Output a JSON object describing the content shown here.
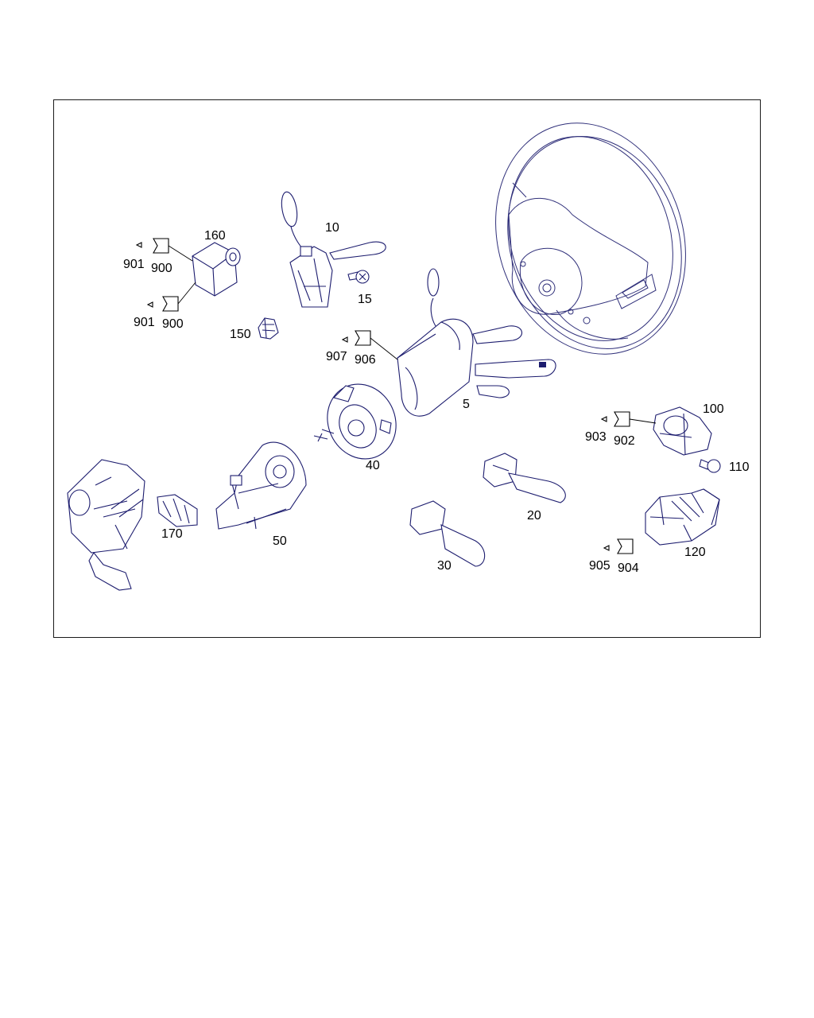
{
  "diagram": {
    "colors": {
      "line": "#1c1c6e",
      "frame": "#1a1a1a",
      "text": "#000000",
      "background": "#ffffff"
    },
    "labels": {
      "p5": "5",
      "p10": "10",
      "p15": "15",
      "p20": "20",
      "p30": "30",
      "p40": "40",
      "p50": "50",
      "p100": "100",
      "p110": "110",
      "p120": "120",
      "p150": "150",
      "p160": "160",
      "p170": "170",
      "p900a": "900",
      "p900b": "900",
      "p901a": "901",
      "p901b": "901",
      "p902": "902",
      "p903": "903",
      "p904": "904",
      "p905": "905",
      "p906": "906",
      "p907": "907"
    }
  }
}
